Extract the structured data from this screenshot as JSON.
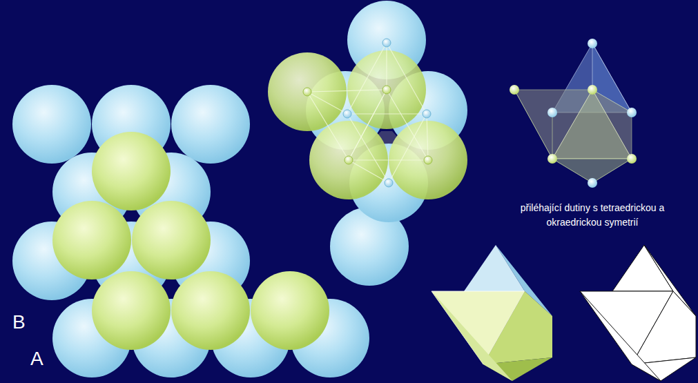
{
  "diagram": {
    "labels": [
      "B",
      "A",
      "přiléhající dutiny s tetraedrickou a okraedrickou symetrií"
    ]
  }
}
